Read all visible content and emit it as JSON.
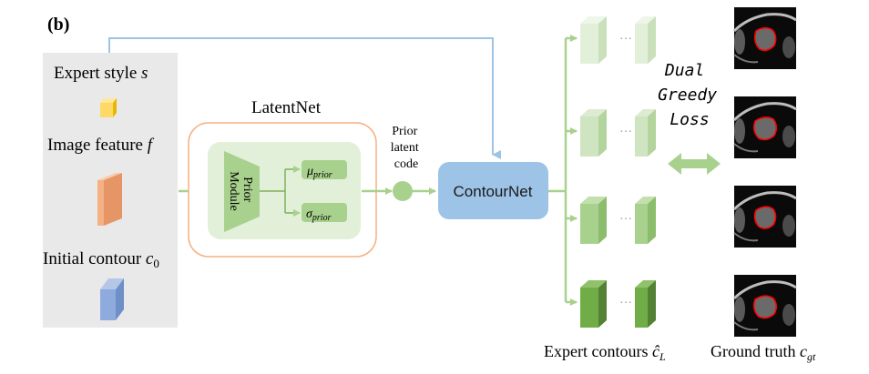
{
  "panel_label": "(b)",
  "inputs": {
    "expert_style": "Expert style s",
    "image_feature": "Image feature f",
    "initial_contour": "Initial contour c0"
  },
  "latentnet": {
    "title": "LatentNet",
    "prior_module": "Prior Module",
    "mu": "μprior",
    "sigma": "σprior"
  },
  "prior_latent_code": "Prior latent code",
  "contournet": "ContourNet",
  "ellipsis": "···",
  "loss": [
    "Dual",
    "Greedy",
    "Loss"
  ],
  "captions": {
    "expert_contours": "Expert contours ĉL",
    "ground_truth": "Ground truth cgt"
  },
  "colors": {
    "arrow_blue": "#9dc3e6",
    "arrow_green": "#a9d18e",
    "latentnet_border": "#f4b183",
    "module_green": "#a9d18e",
    "contournet_fill": "#9dc3e6",
    "cube_yellow": "#ffd966",
    "cube_orange": "#f4b183",
    "cube_blue": "#8faadc",
    "contour_red": "#ff0000"
  }
}
